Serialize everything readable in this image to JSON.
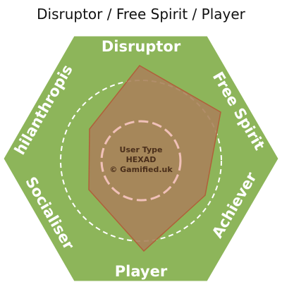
{
  "title": "Disruptor / Free Spirit / Player",
  "hexad": {
    "sides": {
      "top": "Disruptor",
      "upper_right": "Free Spirit",
      "lower_right": "Achiever",
      "bottom": "Player",
      "lower_left": "Socialiser",
      "upper_left": "Philanthropist"
    },
    "center": {
      "line1": "User Type",
      "line2": "HEXAD",
      "line3": "© Gamified.uk"
    }
  },
  "colors": {
    "hexagon_fill": "#8db55a",
    "profile_fill": "#a8825a",
    "profile_stroke": "#b0603a",
    "label_color": "#ffffff",
    "center_text": "#4a2e1a",
    "outer_circle": "#ffffff",
    "inner_circle": "#f0c0b8"
  }
}
